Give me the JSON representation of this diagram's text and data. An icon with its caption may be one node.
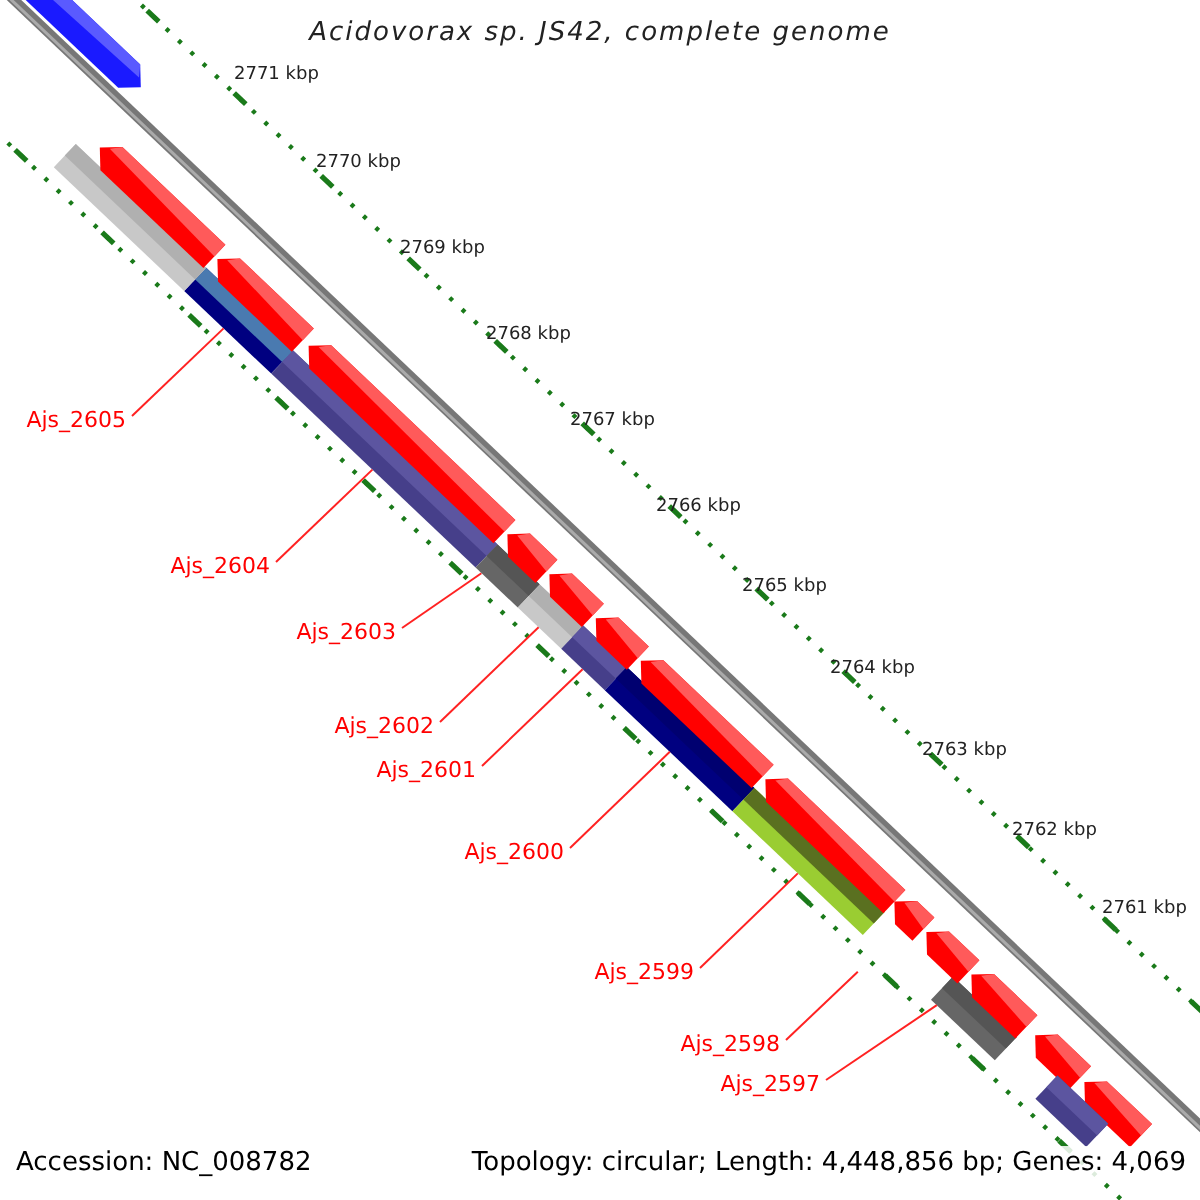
{
  "diagram": {
    "title": "Acidovorax sp. JS42, complete genome",
    "nodes": [
      {
        "text": [
          "Ajs_2605"
        ]
      },
      {
        "text": [
          "Ajs_2604"
        ]
      },
      {
        "text": [
          "Ajs_2603"
        ]
      },
      {
        "text": [
          "Ajs_2602"
        ]
      },
      {
        "text": [
          "Ajs_2601"
        ]
      },
      {
        "text": [
          "Ajs_2600"
        ]
      },
      {
        "text": [
          "Ajs_2599"
        ]
      },
      {
        "text": [
          "Ajs_2598"
        ]
      },
      {
        "text": [
          "Ajs_2597"
        ]
      },
      {
        "text": [],
        "shape": "bar"
      },
      {
        "text": [],
        "shape": "bar"
      },
      {
        "text": [],
        "shape": "bar"
      },
      {
        "text": [],
        "shape": "bar"
      },
      {
        "text": [],
        "shape": "bar"
      },
      {
        "text": [],
        "shape": "bar"
      },
      {
        "text": [],
        "shape": "bar"
      },
      {
        "text": [],
        "shape": "bar"
      },
      {
        "text": [],
        "shape": "pentagon"
      },
      {
        "text": [],
        "shape": "bar"
      },
      {
        "text": [],
        "shape": "pentagon"
      },
      {
        "text": [],
        "shape": "pentagon"
      },
      {
        "text": [],
        "shape": "pentagon"
      },
      {
        "text": [],
        "shape": "pentagon"
      },
      {
        "text": [],
        "shape": "pentagon"
      },
      {
        "text": [],
        "shape": "pentagon"
      },
      {
        "text": [],
        "shape": "pentagon"
      },
      {
        "text": [],
        "shape": "pentagon"
      },
      {
        "text": [],
        "shape": "pentagon"
      },
      {
        "text": [],
        "shape": "pentagon"
      },
      {
        "text": [],
        "shape": "pentagon"
      },
      {
        "text": [],
        "shape": "pentagon"
      },
      {
        "text": [],
        "shape": "pentagon"
      },
      {
        "text": [],
        "shape": "bar"
      }
    ],
    "edges": [
      {
        "from": 0,
        "to": 9,
        "arrow": "none"
      },
      {
        "from": 1,
        "to": 10,
        "arrow": "none"
      },
      {
        "from": 2,
        "to": 11,
        "arrow": "none"
      },
      {
        "from": 3,
        "to": 12,
        "arrow": "none"
      },
      {
        "from": 4,
        "to": 13,
        "arrow": "none"
      },
      {
        "from": 5,
        "to": 14,
        "arrow": "none"
      },
      {
        "from": 6,
        "to": 15,
        "arrow": "none"
      },
      {
        "from": 7,
        "to": null,
        "arrow": "none"
      },
      {
        "from": 8,
        "to": 16,
        "arrow": "none"
      }
    ],
    "labels": [
      "2771 kbp",
      "2770 kbp",
      "2769 kbp",
      "2768 kbp",
      "2767 kbp",
      "2766 kbp",
      "2765 kbp",
      "2764 kbp",
      "2763 kbp",
      "2762 kbp",
      "2761 kbp",
      "Accession: NC_008782",
      "Topology: circular; Length: 4,448,856 bp; Genes: 4,069"
    ]
  }
}
